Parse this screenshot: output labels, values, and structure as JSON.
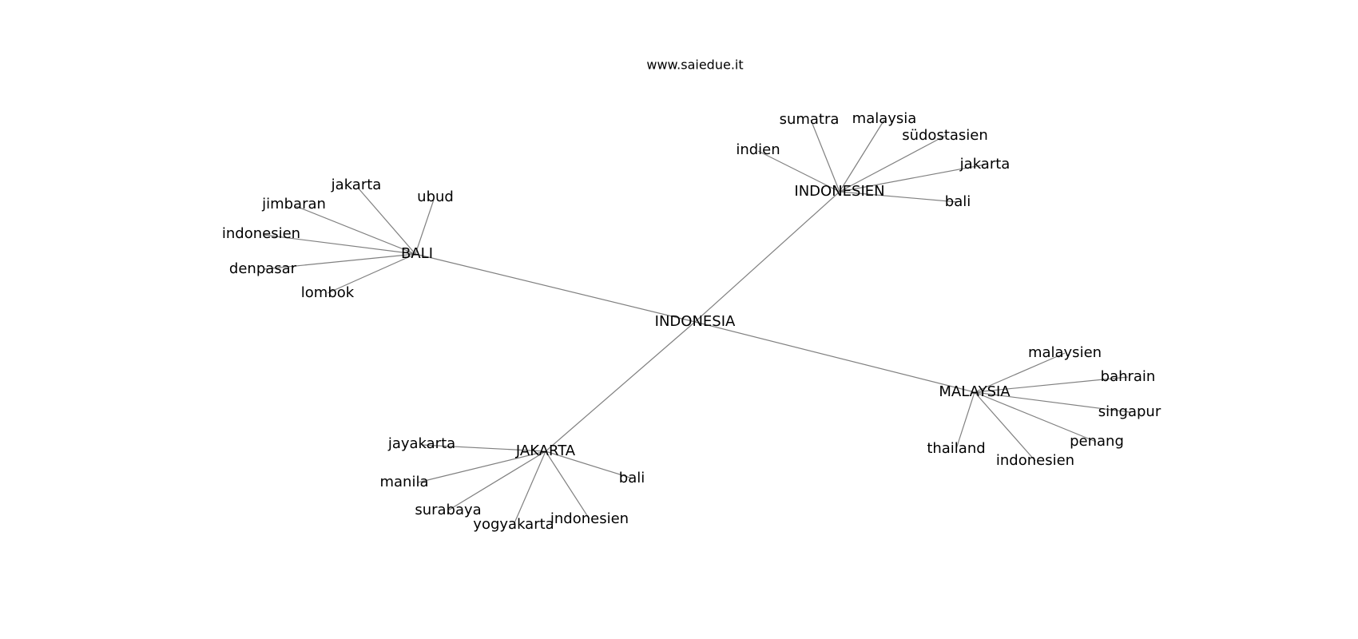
{
  "site": "www.saiedue.it",
  "root": "INDONESIA",
  "clusters": [
    {
      "hub": "BALI",
      "leaves": [
        "jakarta",
        "ubud",
        "jimbaran",
        "indonesien",
        "denpasar",
        "lombok"
      ]
    },
    {
      "hub": "INDONESIEN",
      "leaves": [
        "sumatra",
        "malaysia",
        "südostasien",
        "indien",
        "jakarta",
        "bali"
      ]
    },
    {
      "hub": "MALAYSIA",
      "leaves": [
        "malaysien",
        "bahrain",
        "singapur",
        "penang",
        "thailand",
        "indonesien"
      ]
    },
    {
      "hub": "JAKARTA",
      "leaves": [
        "jayakarta",
        "manila",
        "bali",
        "surabaya",
        "yogyakarta",
        "indonesien"
      ]
    }
  ]
}
